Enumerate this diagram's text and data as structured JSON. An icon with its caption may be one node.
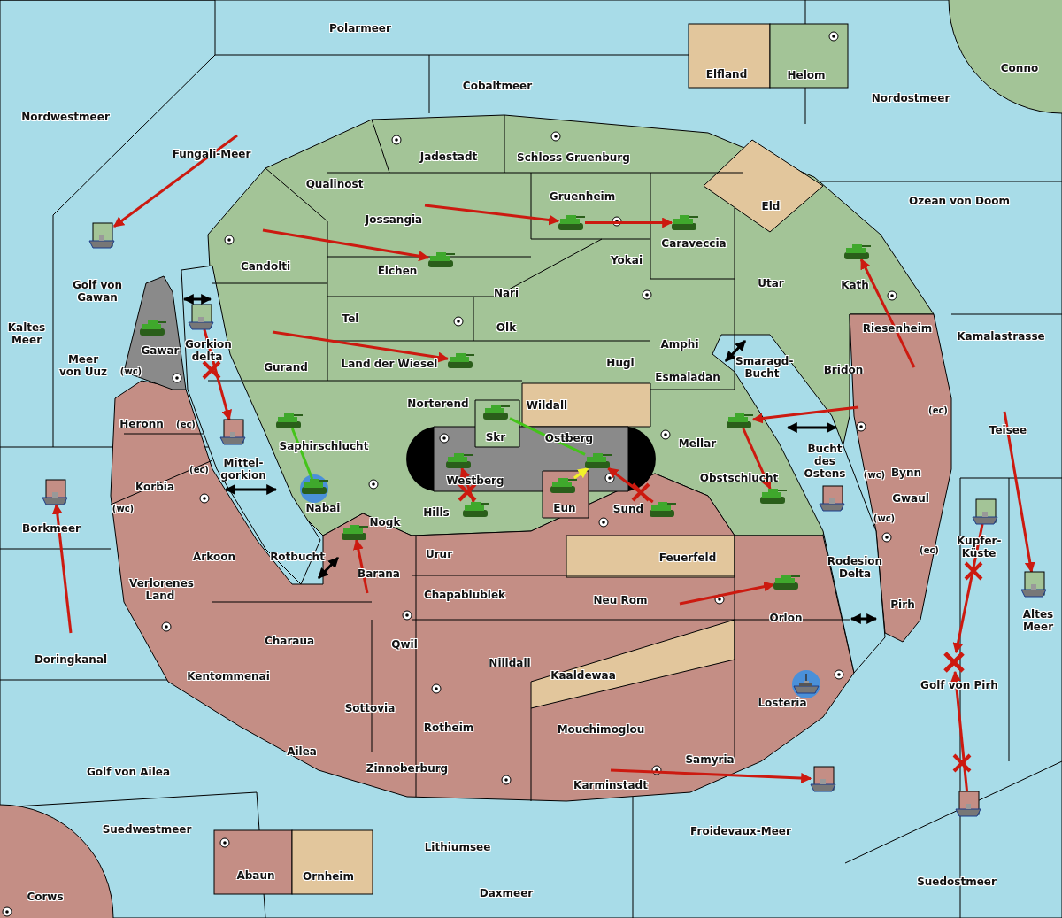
{
  "diagram": {
    "nodes": [
      {
        "text": [],
        "shape": "picture"
      },
      {
        "text": [],
        "shape": "picture"
      },
      {
        "text": [],
        "shape": "picture"
      },
      {
        "text": [],
        "shape": "picture"
      },
      {
        "text": [],
        "shape": "picture"
      },
      {
        "text": [],
        "shape": "picture"
      },
      {
        "text": [],
        "shape": "picture"
      },
      {
        "text": [],
        "shape": "picture"
      },
      {
        "text": [],
        "shape": "picture"
      },
      {
        "text": [],
        "shape": "picture"
      },
      {
        "text": [],
        "shape": "picture"
      },
      {
        "text": [],
        "shape": "picture"
      },
      {
        "text": [],
        "shape": "picture"
      },
      {
        "text": [],
        "shape": "picture"
      },
      {
        "text": [],
        "shape": "picture"
      },
      {
        "text": [],
        "shape": "picture"
      },
      {
        "text": [],
        "shape": "picture"
      },
      {
        "text": [],
        "shape": "picture"
      },
      {
        "text": [],
        "shape": "picture"
      },
      {
        "text": [],
        "shape": "picture"
      },
      {
        "text": [],
        "shape": "picture"
      },
      {
        "text": [],
        "shape": "picture"
      },
      {
        "text": [],
        "shape": "picture"
      },
      {
        "text": [],
        "shape": "picture"
      },
      {
        "text": [],
        "shape": "picture"
      },
      {
        "text": [],
        "shape": "picture"
      },
      {
        "text": [],
        "shape": "picture"
      },
      {
        "text": [],
        "shape": "picture"
      },
      {
        "text": [],
        "shape": "cross"
      }
    ],
    "edges": [
      {
        "from": null,
        "to": 0,
        "arrow": "to"
      },
      {
        "from": null,
        "to": 3,
        "arrow": "to"
      },
      {
        "from": null,
        "to": 4,
        "arrow": "to"
      },
      {
        "from": 4,
        "to": 5,
        "arrow": "to"
      },
      {
        "from": null,
        "to": 7,
        "arrow": "to"
      },
      {
        "from": null,
        "to": 6,
        "arrow": "to"
      },
      {
        "from": null,
        "to": 11,
        "arrow": "to"
      },
      {
        "from": 11,
        "to": 17,
        "arrow": "to"
      },
      {
        "from": null,
        "to": 16,
        "arrow": "to"
      },
      {
        "from": 2,
        "to": 10,
        "arrow": "to"
      },
      {
        "from": null,
        "to": 22,
        "arrow": "to"
      },
      {
        "from": null,
        "to": 23,
        "arrow": "to"
      },
      {
        "from": null,
        "to": 26,
        "arrow": "to"
      },
      {
        "from": null,
        "to": 24,
        "arrow": "to"
      },
      {
        "from": 21,
        "to": 28,
        "arrow": "to"
      },
      {
        "from": 27,
        "to": 28,
        "arrow": "to"
      },
      {
        "from": 9,
        "to": 14,
        "arrow": "none",
        "color": "#44c41a"
      },
      {
        "from": 8,
        "to": 13,
        "arrow": "none",
        "color": "#44c41a"
      },
      {
        "from": 15,
        "to": 13,
        "arrow": "to",
        "color": "#f2f22a"
      },
      {
        "from": 19,
        "to": 12,
        "arrow": "to"
      },
      {
        "from": 20,
        "to": 13,
        "arrow": "to"
      }
    ],
    "labels": [
      "Polarmeer",
      "Elfland",
      "Helom",
      "Conno",
      "Cobaltmeer",
      "Nordostmeer",
      "Nordwestmeer",
      "Jadestadt",
      "Schloss Gruenburg",
      "Fungali-Meer",
      "Qualinost",
      "Gruenheim",
      "Ozean von Doom",
      "Eld",
      "Jossangia",
      "Caraveccia",
      "Yokai",
      "Candolti",
      "Elchen",
      "Utar",
      "Kath",
      "Golf von Gawan",
      "Nari",
      "Tel",
      "Olk",
      "Riesenheim",
      "Kaltes Meer",
      "Kamalastrasse",
      "Amphi",
      "Gawar",
      "Gorkion delta",
      "Meer von Uuz",
      "(wc)",
      "Gurand",
      "Land der Wiesel",
      "Hugl",
      "Smaragd- Bucht",
      "Bridon",
      "Esmaladan",
      "Norterend",
      "Wildall",
      "Heronn",
      "(ec)",
      "(ec)",
      "Teisee",
      "Skr",
      "Ostberg",
      "Mellar",
      "Saphirschlucht",
      "Bucht des Ostens",
      "Mittel- gorkion",
      "(ec)",
      "(wc)",
      "Bynn",
      "Obstschlucht",
      "Westberg",
      "Korbia",
      "Gwaul",
      "Nabai",
      "Eun",
      "Sund",
      "(wc)",
      "Hills",
      "(wc)",
      "Nogk",
      "Borkmeer",
      "Kupfer- Küste",
      "(ec)",
      "Urur",
      "Feuerfeld",
      "Arkoon",
      "Rotbucht",
      "Rodesion Delta",
      "Barana",
      "Verlorenes Land",
      "Chapablublek",
      "Neu Rom",
      "Pirh",
      "Altes Meer",
      "Orlon",
      "Charaua",
      "Qwil",
      "Doringkanal",
      "Nilldall",
      "Kaaldewaa",
      "Kentommenai",
      "Golf von Pirh",
      "Losteria",
      "Sottovia",
      "Rotheim",
      "Mouchimoglou",
      "Ailea",
      "Samyria",
      "Golf von Ailea",
      "Zinnoberburg",
      "Karminstadt",
      "Suedwestmeer",
      "Froidevaux-Meer",
      "Lithiumsee",
      "Abaun",
      "Ornheim",
      "Suedostmeer",
      "Daxmeer",
      "Corws"
    ]
  }
}
